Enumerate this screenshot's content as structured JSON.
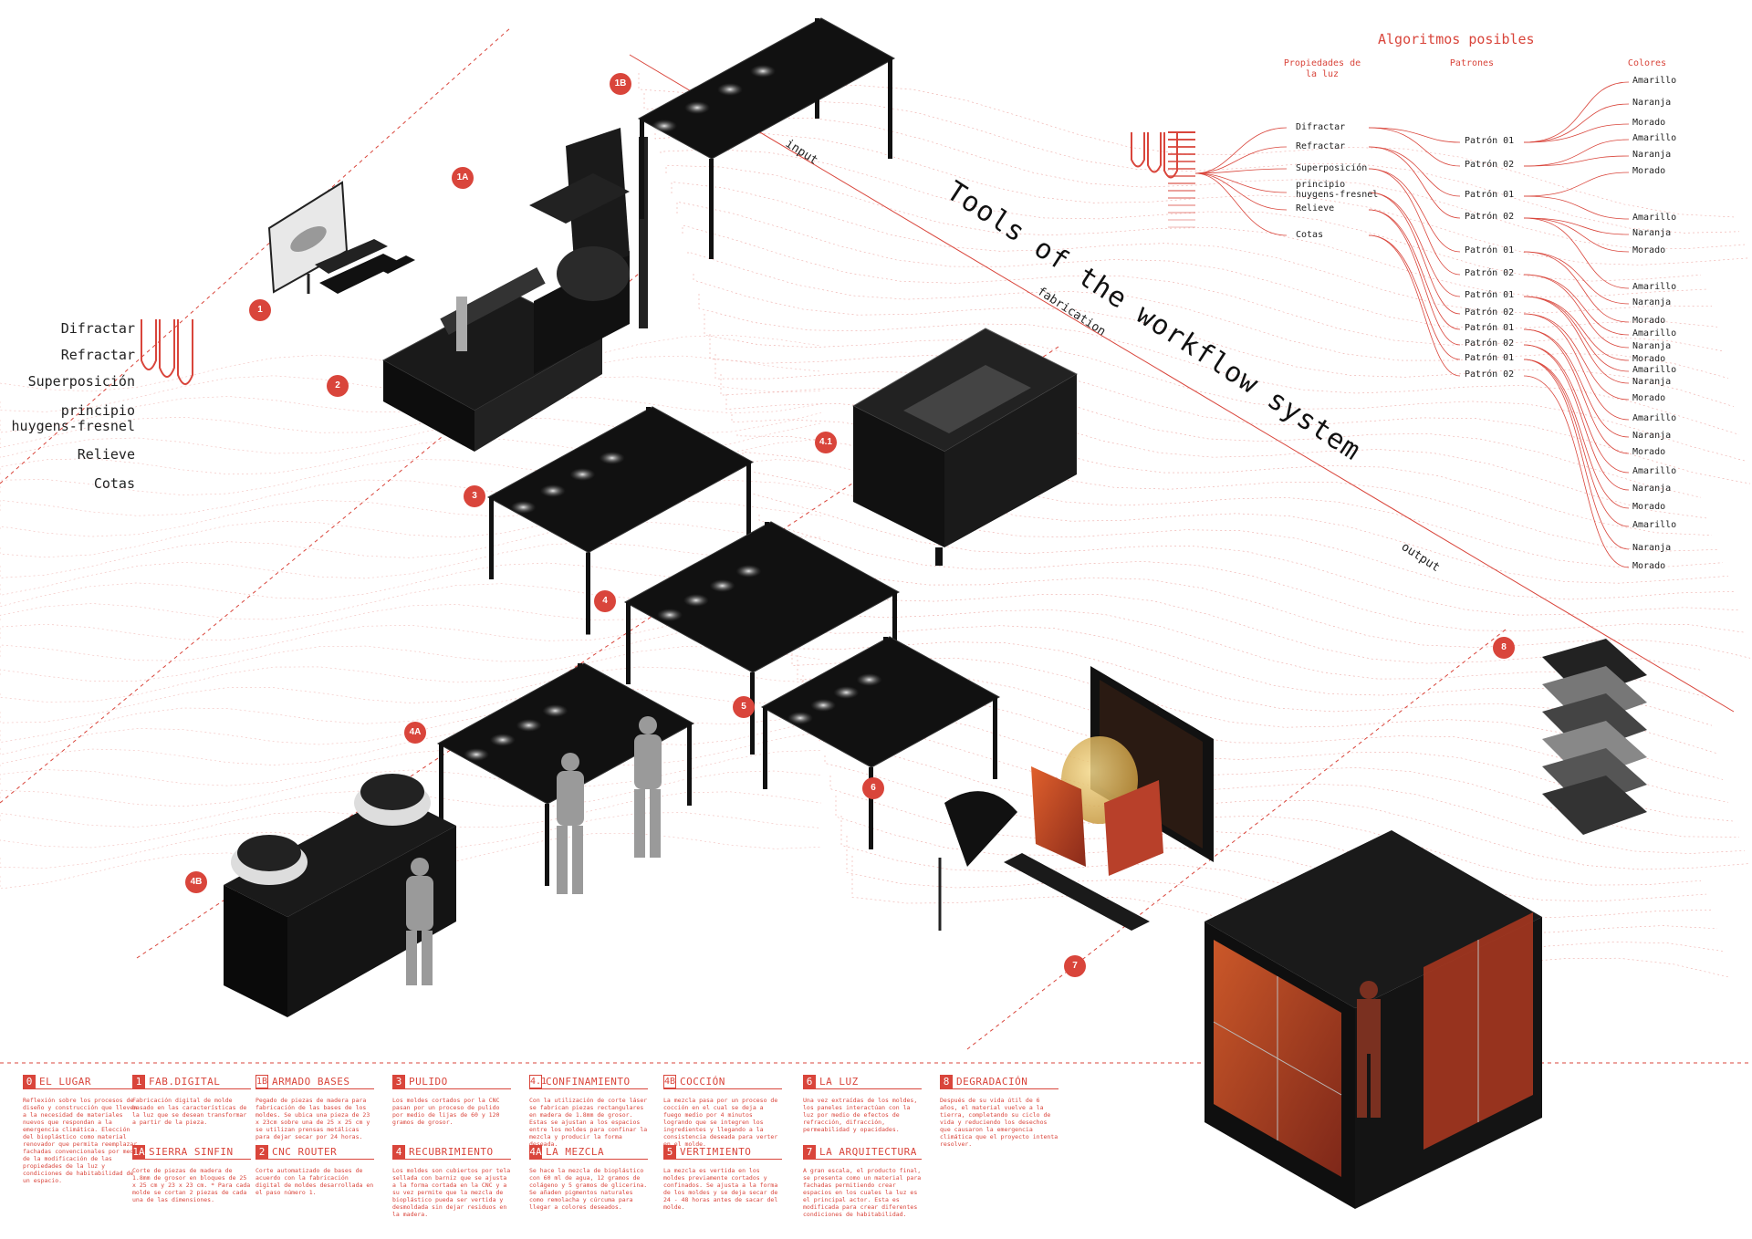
{
  "title": "Tools of the workflow system",
  "axis_labels": {
    "input": "input",
    "fabrication": "fabrication",
    "output": "output"
  },
  "light_properties": [
    "Difractar",
    "Refractar",
    "Superposición",
    "principio huygens-fresnel",
    "Relieve",
    "Cotas"
  ],
  "process_nodes": [
    "1B",
    "1A",
    "1",
    "2",
    "3",
    "4",
    "4.1",
    "4A",
    "5",
    "6",
    "4B",
    "7",
    "8"
  ],
  "algorithms": {
    "heading": "Algoritmos posibles",
    "col_properties": "Propiedades de la luz",
    "col_patterns": "Patrones",
    "col_colors": "Colores",
    "properties": [
      "Difractar",
      "Refractar",
      "Superposición",
      "principio huygens-fresnel",
      "Relieve",
      "Cotas"
    ],
    "patterns": [
      "Patrón 01",
      "Patrón 02",
      "Patrón 01",
      "Patrón 02",
      "Patrón 01",
      "Patrón 02",
      "Patrón 01",
      "Patrón 02",
      "Patrón 01",
      "Patrón 02",
      "Patrón 01",
      "Patrón 02"
    ],
    "colors": [
      "Amarillo",
      "Naranja",
      "Morado",
      "Amarillo",
      "Naranja",
      "Morado",
      "Amarillo",
      "Naranja",
      "Morado",
      "Amarillo",
      "Naranja",
      "Morado",
      "Amarillo",
      "Naranja",
      "Morado",
      "Amarillo",
      "Naranja",
      "Morado",
      "Amarillo",
      "Naranja",
      "Morado",
      "Amarillo",
      "Naranja",
      "Morado",
      "Amarillo",
      "Naranja",
      "Morado"
    ]
  },
  "legend": [
    {
      "num": "0",
      "title": "EL LUGAR",
      "text": "Reflexión sobre los procesos de diseño y construcción que lleven a la necesidad de materiales nuevos que respondan a la emergencia climática. Elección del bioplástico como material renovador que permita reemplazar fachadas convencionales por medio de la modificación de las propiedades de la luz y condiciones de habitabilidad de un espacio."
    },
    {
      "num": "1",
      "title": "FAB.DIGITAL",
      "text": "Fabricación digital de molde basado en las características de la luz que se desean transformar a partir de la pieza."
    },
    {
      "num": "1A",
      "title": "SIERRA SINFIN",
      "text": "Corte de piezas de madera de 1.8mm de grosor en bloques de 25 x 25 cm y 23 x 23 cm. * Para cada molde se cortan 2 piezas de cada una de las dimensiones."
    },
    {
      "num": "1B",
      "title": "ARMADO BASES",
      "text": "Pegado de piezas de madera para fabricación de las bases de los moldes. Se ubica una pieza de 23 x 23cm sobre una de 25 x 25 cm y se utilizan prensas metálicas para dejar secar por 24 horas."
    },
    {
      "num": "2",
      "title": "CNC ROUTER",
      "text": "Corte automatizado de bases de acuerdo con la fabricación digital de moldes desarrollada en el paso número 1."
    },
    {
      "num": "3",
      "title": "PULIDO",
      "text": "Los moldes cortados por la CNC pasan por un proceso de pulido por medio de lijas de 60 y 120 gramos de grosor."
    },
    {
      "num": "4",
      "title": "RECUBRIMIENTO",
      "text": "Los moldes son cubiertos por tela sellada con barniz que se ajusta a la forma cortada en la CNC y a su vez permite que la mezcla de bioplástico pueda ser vertida y desmoldada sin dejar residuos en la madera."
    },
    {
      "num": "4.1",
      "title": "CONFINAMIENTO",
      "text": "Con la utilización de corte láser se fabrican piezas rectangulares en madera de 1.8mm de grosor. Estas se ajustan a los espacios entre los moldes para confinar la mezcla y producir la forma deseada."
    },
    {
      "num": "4A",
      "title": "LA MEZCLA",
      "text": "Se hace la mezcla de bioplástico con 60 ml de agua, 12 gramos de colágeno y 5 gramos de glicerina. Se añaden pigmentos naturales como remolacha y cúrcuma para llegar a colores deseados."
    },
    {
      "num": "4B",
      "title": "COCCIÓN",
      "text": "La mezcla pasa por un proceso de cocción en el cual se deja a fuego medio por 4 minutos logrando que se integren los ingredientes y llegando a la consistencia deseada para verter en el molde."
    },
    {
      "num": "5",
      "title": "VERTIMIENTO",
      "text": "La mezcla es vertida en los moldes previamente cortados y confinados. Se ajusta a la forma de los moldes y se deja secar de 24 - 48 horas antes de sacar del molde."
    },
    {
      "num": "6",
      "title": "LA LUZ",
      "text": "Una vez extraídas de los moldes, los paneles interactúan con la luz por medio de efectos de refracción, difracción, permeabilidad y opacidades."
    },
    {
      "num": "7",
      "title": "LA ARQUITECTURA",
      "text": "A gran escala, el producto final, se presenta como un material para fachadas permitiendo crear espacios en los cuales la luz es el principal actor. Esta es modificada para crear diferentes condiciones de habitabilidad."
    },
    {
      "num": "8",
      "title": "DEGRADACIÓN",
      "text": "Después de su vida útil de 6 años, el material vuelve a la tierra, completando su ciclo de vida y reduciendo los desechos que causaron la emergencia climática que el proyecto intenta resolver."
    }
  ],
  "colors": {
    "accent": "#d9453b",
    "dark": "#111111",
    "panel": "#c8442a",
    "gold": "#e8c470"
  }
}
